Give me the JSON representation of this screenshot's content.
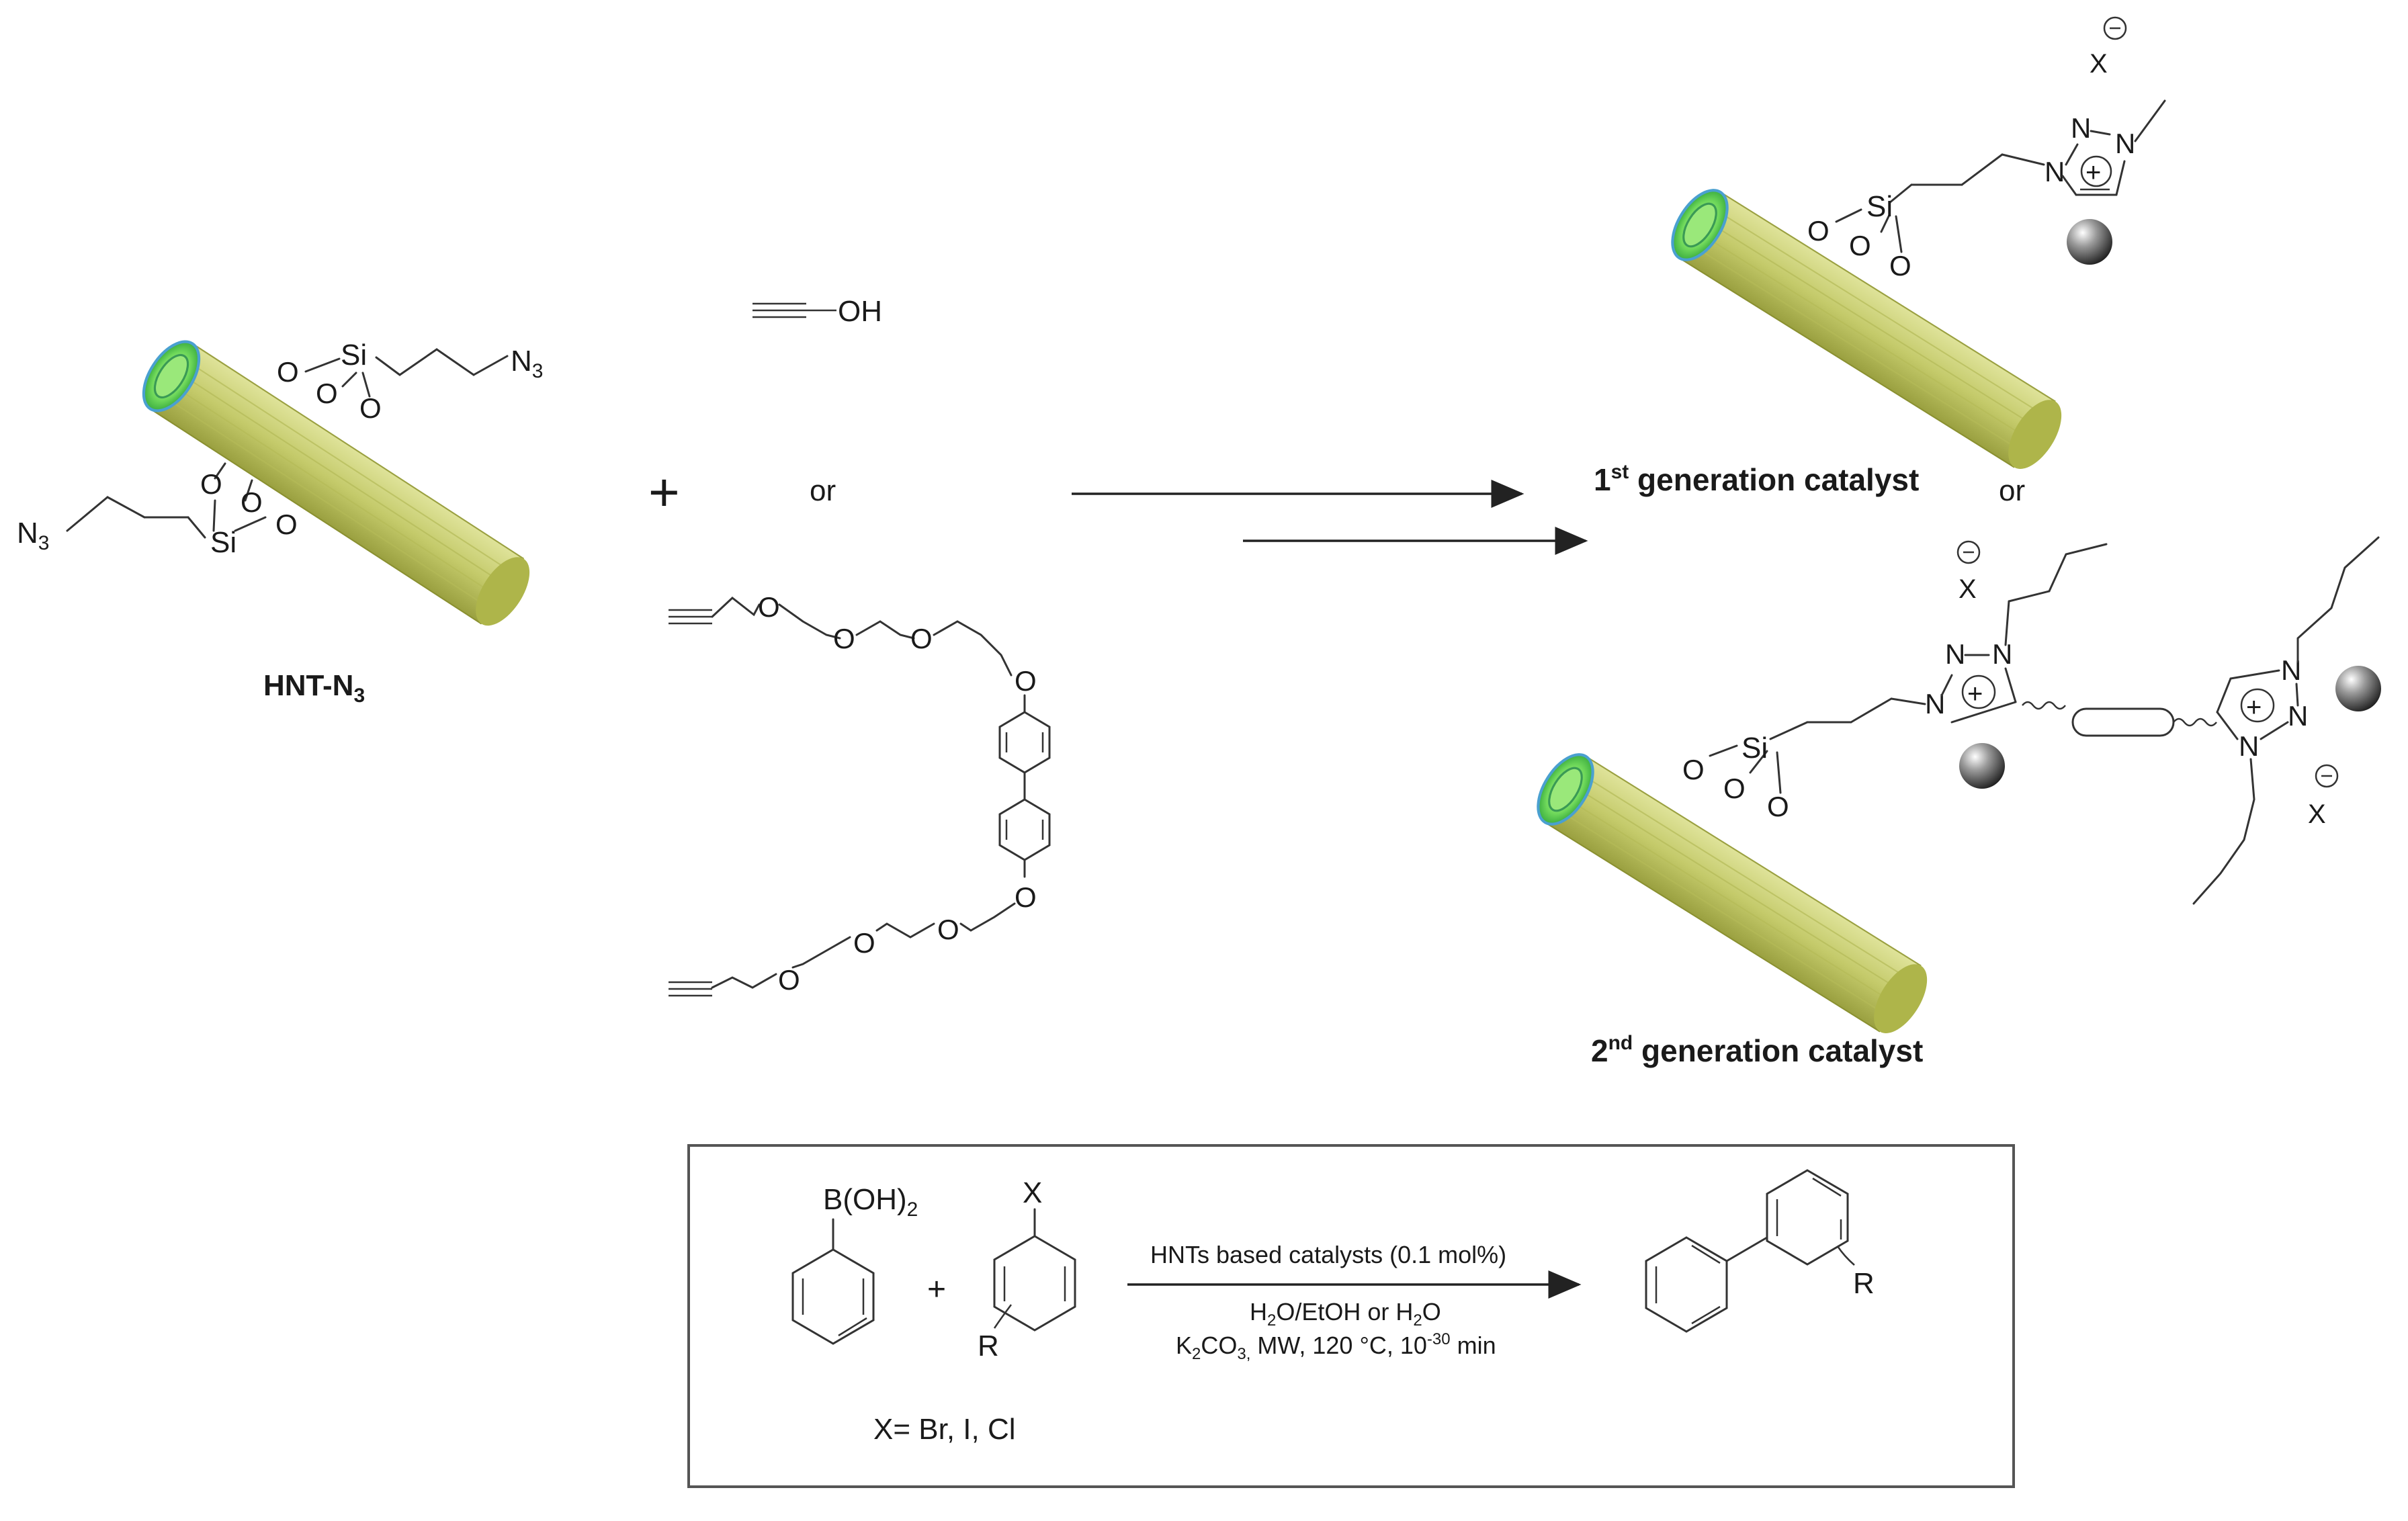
{
  "scheme": {
    "left": {
      "title": "HNT-N",
      "title_sub": "3",
      "si": "Si",
      "o": "O",
      "n3": "N",
      "n3_sub": "3"
    },
    "reagents": {
      "plus": "+",
      "or": "or",
      "oh": "OH",
      "o": "O"
    },
    "first_gen": {
      "label_pre": "1",
      "label_sup": "st",
      "label_post": " generation catalyst",
      "or": "or",
      "x": "X",
      "n": "N",
      "si": "Si",
      "o": "O"
    },
    "second_gen": {
      "label_pre": "2",
      "label_sup": "nd",
      "label_post": " generation catalyst",
      "x": "X",
      "n": "N",
      "si": "Si",
      "o": "O"
    },
    "reaction_box": {
      "boronic_pre": "B(OH)",
      "boronic_sub": "2",
      "plus": "+",
      "x": "X",
      "r": "R",
      "condition1": "HNTs based catalysts (0.1 mol%)",
      "condition2_a": "H",
      "condition2_b": "2",
      "condition2_c": "O/EtOH or H",
      "condition2_d": "2",
      "condition2_e": "O",
      "condition3_a": "K",
      "condition3_b": "2",
      "condition3_c": "CO",
      "condition3_d": "3,",
      "condition3_e": " MW, 120 °C, 10",
      "condition3_f": "-30",
      "condition3_g": " min",
      "x_note": "X= Br, I, Cl"
    }
  },
  "colors": {
    "tube_body": "#c9cf78",
    "tube_dark": "#a9b050",
    "tube_end": "#7fe06a",
    "tube_rim": "#4aa0d0",
    "sphere": "#555555"
  }
}
